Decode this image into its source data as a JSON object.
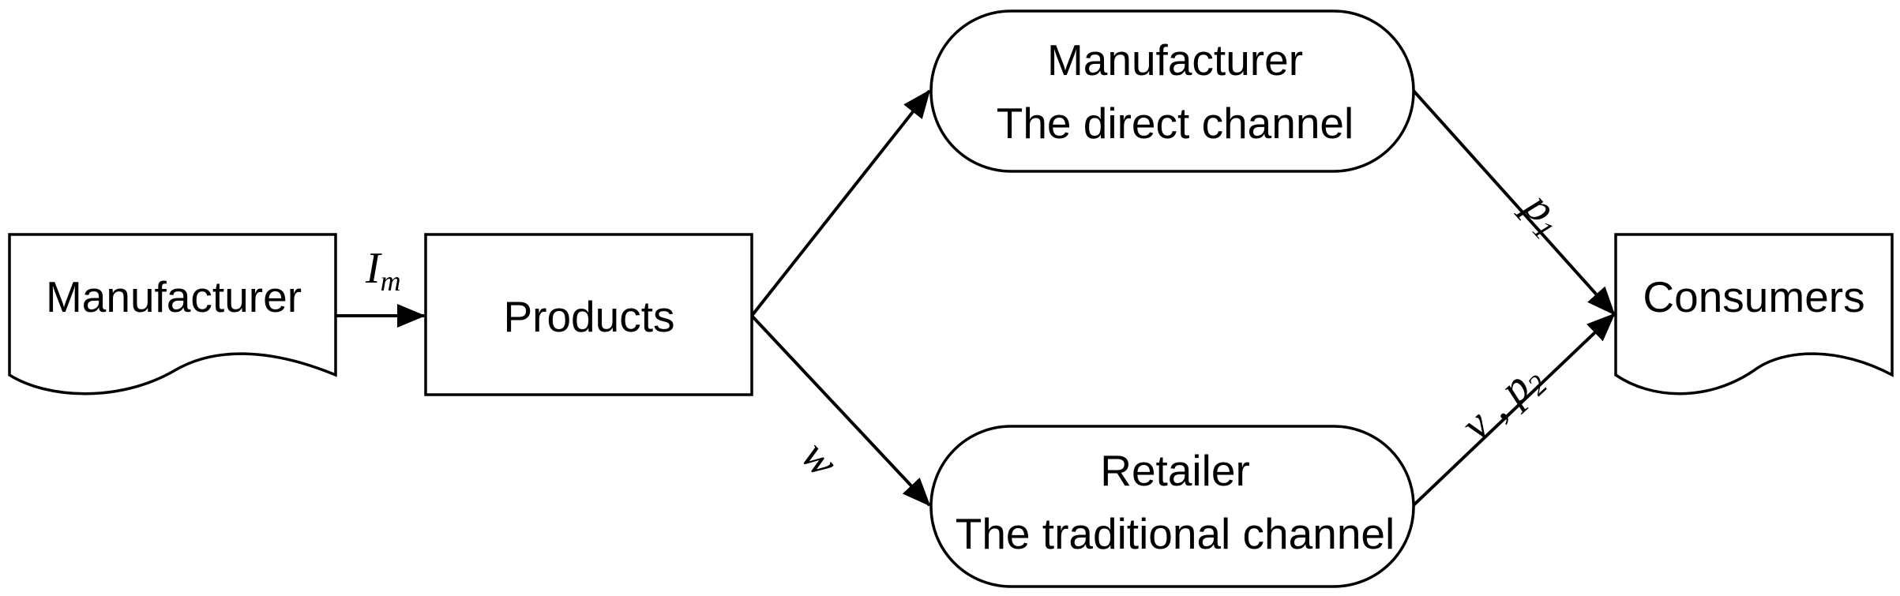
{
  "nodes": {
    "manufacturer": {
      "label": "Manufacturer"
    },
    "products": {
      "label": "Products"
    },
    "direct_channel": {
      "line1": "Manufacturer",
      "line2": "The direct channel"
    },
    "traditional_channel": {
      "line1": "Retailer",
      "line2": "The traditional channel"
    },
    "consumers": {
      "label": "Consumers"
    }
  },
  "edges": {
    "manufacturer_to_products": {
      "label": "I",
      "sub": "m"
    },
    "products_to_traditional": {
      "label": "w"
    },
    "direct_to_consumers": {
      "label": "p",
      "sub": "1"
    },
    "traditional_to_consumers": {
      "label_prefix": "v , ",
      "label": "p",
      "sub": "2"
    }
  },
  "colors": {
    "stroke": "#000000",
    "fill": "#ffffff"
  }
}
